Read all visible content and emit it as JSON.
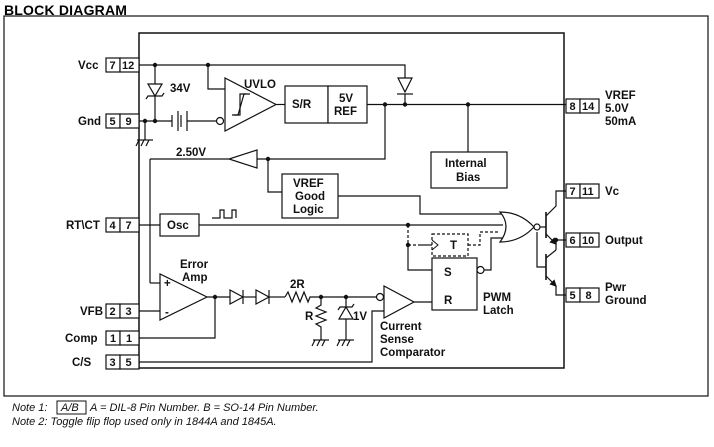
{
  "title": "BLOCK DIAGRAM",
  "pins": {
    "vcc": {
      "label": "Vcc",
      "a": "7",
      "b": "12"
    },
    "gnd": {
      "label": "Gnd",
      "a": "5",
      "b": "9"
    },
    "rtct": {
      "label": "RT\\CT",
      "a": "4",
      "b": "7"
    },
    "vfb": {
      "label": "VFB",
      "a": "2",
      "b": "3"
    },
    "comp": {
      "label": "Comp",
      "a": "1",
      "b": "1"
    },
    "cs": {
      "label": "C/S",
      "a": "3",
      "b": "5"
    },
    "vref": {
      "label": "VREF",
      "line2": "5.0V",
      "line3": "50mA",
      "a": "8",
      "b": "14"
    },
    "vc": {
      "label": "Vc",
      "a": "7",
      "b": "11"
    },
    "output": {
      "label": "Output",
      "a": "6",
      "b": "10"
    },
    "pwr": {
      "label": "Pwr",
      "line2": "Ground",
      "a": "5",
      "b": "8"
    }
  },
  "blocks": {
    "uvlo": "UVLO",
    "sr": "S/R",
    "ref_5v": "5V",
    "ref_ref": "REF",
    "internal_bias_1": "Internal",
    "internal_bias_2": "Bias",
    "vref_good_1": "VREF",
    "vref_good_2": "Good",
    "vref_good_3": "Logic",
    "osc": "Osc",
    "error_amp_1": "Error",
    "error_amp_2": "Amp",
    "latch_s": "S",
    "latch_r": "R",
    "toggle_t": "T",
    "pwm_latch_1": "PWM",
    "pwm_latch_2": "Latch",
    "current_sense_1": "Current",
    "current_sense_2": "Sense",
    "current_sense_3": "Comparator"
  },
  "labels": {
    "zener_34v": "34V",
    "ref_250": "2.50V",
    "res_2r": "2R",
    "res_r": "R",
    "zener_1v": "1V",
    "plus": "+",
    "minus": "-"
  },
  "notes": {
    "note1_prefix": "Note 1:",
    "note1_box": "A/B",
    "note1_text": "A = DIL-8 Pin Number. B = SO-14 Pin Number.",
    "note2": "Note 2: Toggle flip flop used only in 1844A and 1845A."
  }
}
